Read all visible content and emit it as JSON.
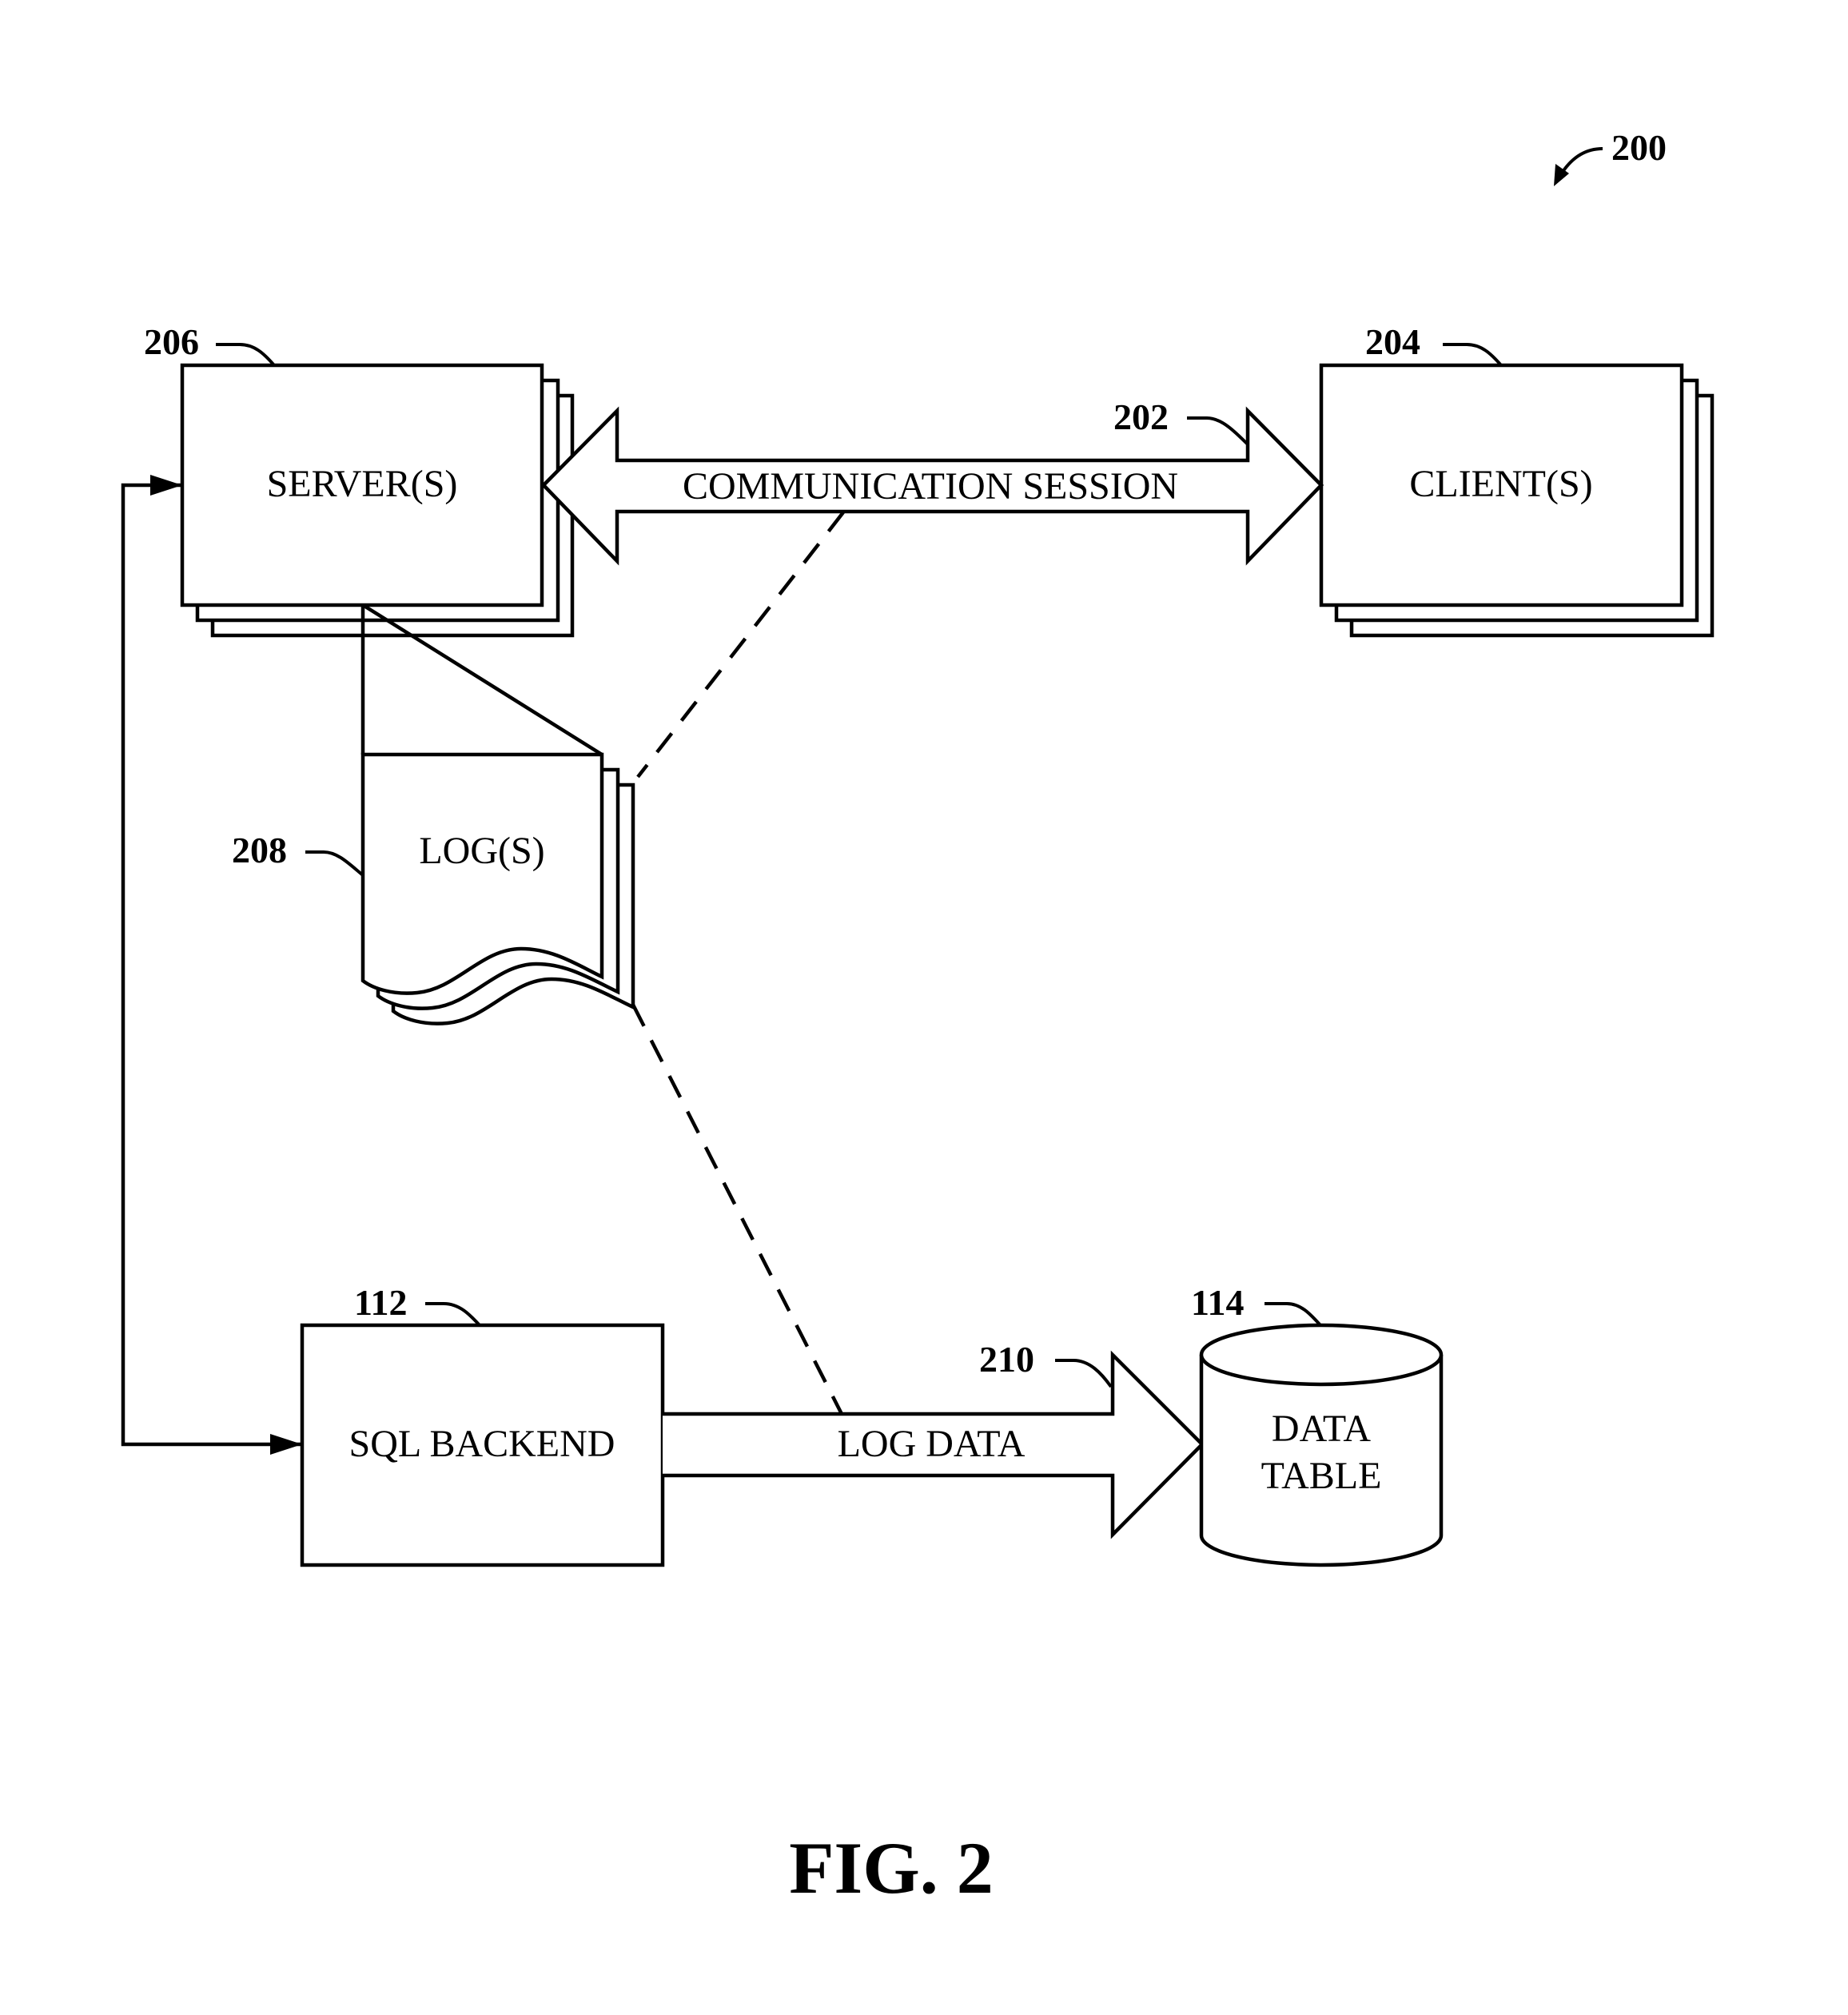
{
  "figure": {
    "caption": "FIG. 2",
    "figure_ref": "200"
  },
  "nodes": {
    "servers": {
      "label": "SERVER(S)",
      "ref": "206"
    },
    "clients": {
      "label": "CLIENT(S)",
      "ref": "204"
    },
    "logs": {
      "label": "LOG(S)",
      "ref": "208"
    },
    "sql_backend": {
      "label": "SQL BACKEND",
      "ref": "112"
    },
    "data_table": {
      "label_line1": "DATA",
      "label_line2": "TABLE",
      "ref": "114"
    }
  },
  "connections": {
    "communication_session": {
      "label": "COMMUNICATION SESSION",
      "ref": "202",
      "direction": "bidirectional"
    },
    "log_data": {
      "label": "LOG DATA",
      "ref": "210",
      "direction": "sql-backend-to-data-table"
    },
    "server_sql_loop": {
      "direction": "bidirectional"
    }
  },
  "colors": {
    "stroke": "#000000",
    "background": "#ffffff"
  }
}
